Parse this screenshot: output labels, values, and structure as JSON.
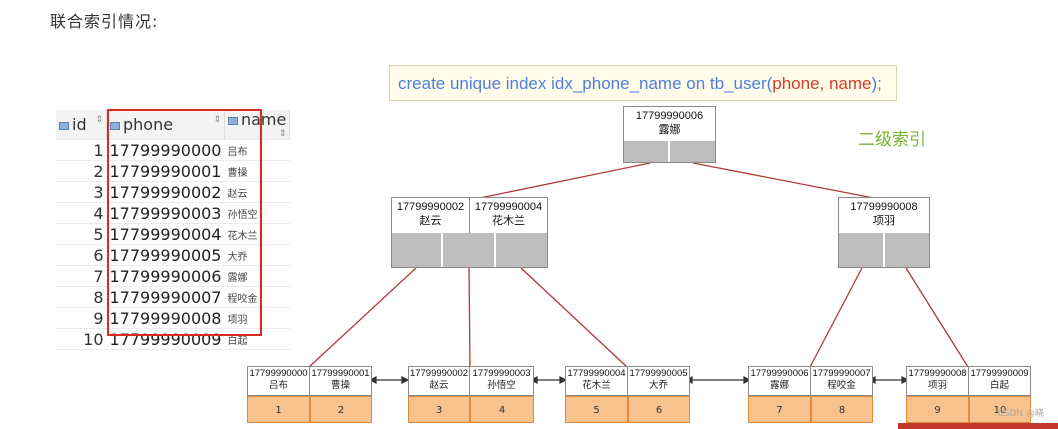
{
  "heading": "联合索引情况:",
  "sql": {
    "prefix": "create unique index idx_phone_name on tb_user(",
    "cols": "phone, name",
    "suffix": ");"
  },
  "legend": "二级索引",
  "table": {
    "headers": [
      "id",
      "phone",
      "name"
    ],
    "rows": [
      {
        "id": "1",
        "phone": "17799990000",
        "name": "吕布"
      },
      {
        "id": "2",
        "phone": "17799990001",
        "name": "曹操"
      },
      {
        "id": "3",
        "phone": "17799990002",
        "name": "赵云"
      },
      {
        "id": "4",
        "phone": "17799990003",
        "name": "孙悟空"
      },
      {
        "id": "5",
        "phone": "17799990004",
        "name": "花木兰"
      },
      {
        "id": "6",
        "phone": "17799990005",
        "name": "大乔"
      },
      {
        "id": "7",
        "phone": "17799990006",
        "name": "露娜"
      },
      {
        "id": "8",
        "phone": "17799990007",
        "name": "程咬金"
      },
      {
        "id": "9",
        "phone": "17799990008",
        "name": "项羽"
      },
      {
        "id": "10",
        "phone": "17799990009",
        "name": "白起"
      }
    ]
  },
  "tree": {
    "root": {
      "keys": [
        {
          "phone": "17799990006",
          "name": "露娜"
        }
      ]
    },
    "left": {
      "keys": [
        {
          "phone": "17799990002",
          "name": "赵云"
        },
        {
          "phone": "17799990004",
          "name": "花木兰"
        }
      ]
    },
    "right": {
      "keys": [
        {
          "phone": "17799990008",
          "name": "项羽"
        }
      ]
    },
    "leaves": [
      {
        "keys": [
          {
            "phone": "17799990000",
            "name": "吕布"
          },
          {
            "phone": "17799990001",
            "name": "曹操"
          }
        ],
        "ids": [
          "1",
          "2"
        ]
      },
      {
        "keys": [
          {
            "phone": "17799990002",
            "name": "赵云"
          },
          {
            "phone": "17799990003",
            "name": "孙悟空"
          }
        ],
        "ids": [
          "3",
          "4"
        ]
      },
      {
        "keys": [
          {
            "phone": "17799990004",
            "name": "花木兰"
          },
          {
            "phone": "17799990005",
            "name": "大乔"
          }
        ],
        "ids": [
          "5",
          "6"
        ]
      },
      {
        "keys": [
          {
            "phone": "17799990006",
            "name": "露娜"
          },
          {
            "phone": "17799990007",
            "name": "程咬金"
          }
        ],
        "ids": [
          "7",
          "8"
        ]
      },
      {
        "keys": [
          {
            "phone": "17799990008",
            "name": "项羽"
          },
          {
            "phone": "17799990009",
            "name": "白起"
          }
        ],
        "ids": [
          "9",
          "10"
        ]
      }
    ]
  },
  "watermark": "CSDN @晓",
  "colors": {
    "pointer": "#bdbdbd",
    "leaf_id": "#f7c28d",
    "highlight": "#d82a20",
    "link": "#b03a3a",
    "legend": "#7ab533"
  }
}
